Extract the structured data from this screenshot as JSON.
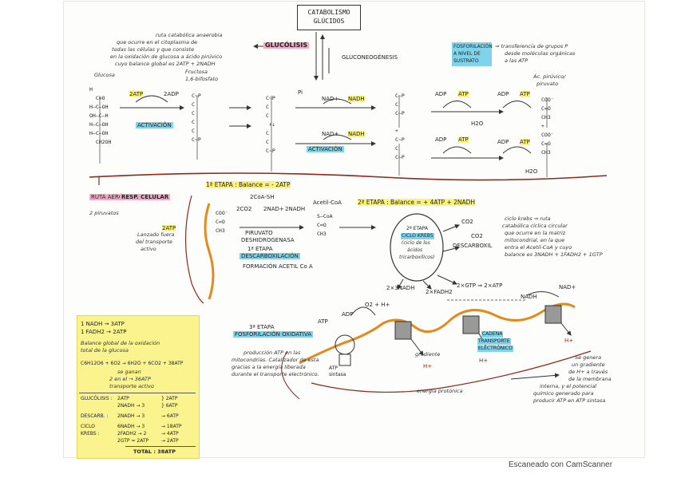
{
  "title": {
    "line1": "CATABOLISMO",
    "line2": "GLÚCIDOS"
  },
  "glycolysis": {
    "label": "GLUCÓLISIS",
    "description_lines": [
      "ruta catabólica anaerobia",
      "que ocurre en el citoplasma de",
      "todas las células y que consiste",
      "en la oxidación de glucosa a ácido pirúvico",
      "cuyo balance global es 2ATP + 2NADH"
    ],
    "gluconeogenesis": "GLUCONEOGÉNESIS",
    "substrate_level": {
      "label_lines": [
        "FOSFORILACIÓN",
        "A NIVEL DE",
        "SUSTRATO"
      ],
      "note_lines": [
        "⇒ transferencia de grupos P",
        "desde moléculas orgánicas",
        "a las ATP"
      ]
    },
    "glucose": "Glucosa",
    "fructose_lines": [
      "Fructosa",
      "1,6-bifosfato"
    ],
    "pyruvic_lines": [
      "Ác. pirúvico/",
      "piruvato"
    ],
    "activation": "ACTIVACIÓN",
    "activation2": "ACTIVACIÓN",
    "atp2": "2ATP",
    "adp2": "2ADP",
    "nad": "NAD+",
    "nadh": "NADH",
    "adp": "ADP",
    "atp": "ATP",
    "h2o": "H2O",
    "pi": "Pi",
    "stage1": "1ª ETAPA : Balance = - 2ATP"
  },
  "respiration": {
    "ruta": "RUTA AERÓBIA",
    "label": "RESP. CELULAR",
    "pyruvates": "2 piruvatos",
    "transport_lines": [
      "Lanzado fuera",
      "del transporte",
      "activo"
    ],
    "atp2": "2ATP",
    "stage2": "2ª ETAPA : Balance = + 4ATP + 2NADH",
    "coa": "2CoA-SH",
    "co2": "2CO2",
    "nad": "2NAD+",
    "nadh": "2NADH",
    "acetylcoa": "Acetil-CoA",
    "pyruvate_lines": [
      "PIRUVATO",
      "DESHIDROGENASA"
    ],
    "stage_e": "1ª ETAPA",
    "decarbox": "DESCARBOXILACIÓN",
    "formation": "FORMACIÓN ACETIL Co A",
    "krebs_lines": [
      "2ª ETAPA",
      "CICLO KREBS",
      "(ciclo de los",
      "ácidos",
      "tricarboxílicos)"
    ],
    "co2_out": "CO2",
    "co2_out2": "CO2",
    "decarb": "DESCARBOXIL",
    "nadh3": "2×3NADH",
    "fadh": "2×FADH2",
    "gtp": "2×GTP ⇒ 2×ATP",
    "krebs_note_lines": [
      "ciclo krebs ⇒ ruta",
      "catabólica cíclica circular",
      "que ocurre en la matriz",
      "mitocondrial, en la que",
      "entra el Acetil-CoA y cuyo",
      "balance es 3NADH + 1FADH2 + 1GTP"
    ]
  },
  "oxphos": {
    "stage": "3ª ETAPA",
    "label": "FOSFORILACIÓN OXIDATIVA",
    "note_lines": [
      "producción ATP en las",
      "mitocondrias. Catalizador de esta",
      "gracias a la energía liberada",
      "durante el transporte electrónico."
    ],
    "atp_synthase": [
      "ATP",
      "sintasa"
    ],
    "atp": "ATP",
    "adp": "ADP",
    "o2": "O2 + H+",
    "chain_lines": [
      "CADENA",
      "TRANSPORTE",
      "ELECTRÓNICO"
    ],
    "gradient": "gradiente",
    "proton_gradient": "energía protónica",
    "hplus": "H+",
    "nadh_label": "NADH",
    "nad": "NAD+",
    "side_note_lines": [
      "Se genera",
      "un gradiente",
      "de H+ a través",
      "de la membrana",
      "interna, y el potencial",
      "químico generado para",
      "producir ATP en ATP sintasa"
    ]
  },
  "panel": {
    "lines": [
      "1 NADH → 3ATP",
      "1 FADH2 → 2ATP",
      "Balance global de la oxidación",
      "total de la glucosa",
      "C6H12O6 + 6O2 → 6H2O + 6CO2 + 38ATP",
      "se ganan",
      "2 en el      → 36ATP",
      "transporte activo"
    ],
    "table": [
      [
        "GLUCÓLISIS :",
        "2ATP",
        "} 2ATP"
      ],
      [
        "",
        "2NADH → 3",
        "} 6ATP"
      ],
      [
        "DESCARB. :",
        "2NADH → 3",
        "→ 6ATP"
      ],
      [
        "CICLO",
        "6NADH → 3",
        "→ 18ATP"
      ],
      [
        "KREBS :",
        "2FADH2 → 2",
        "→ 4ATP"
      ],
      [
        "",
        "2GTP = 2ATP",
        "→ 2ATP"
      ]
    ],
    "total": "TOTAL : 38ATP"
  },
  "footer": "Escaneado con CamScanner",
  "colors": {
    "pink": "#f7a9c7",
    "blue": "#7fd3ea",
    "yellow": "#fbf27a",
    "orange": "#e38a1e",
    "red": "#8b2a1e"
  }
}
